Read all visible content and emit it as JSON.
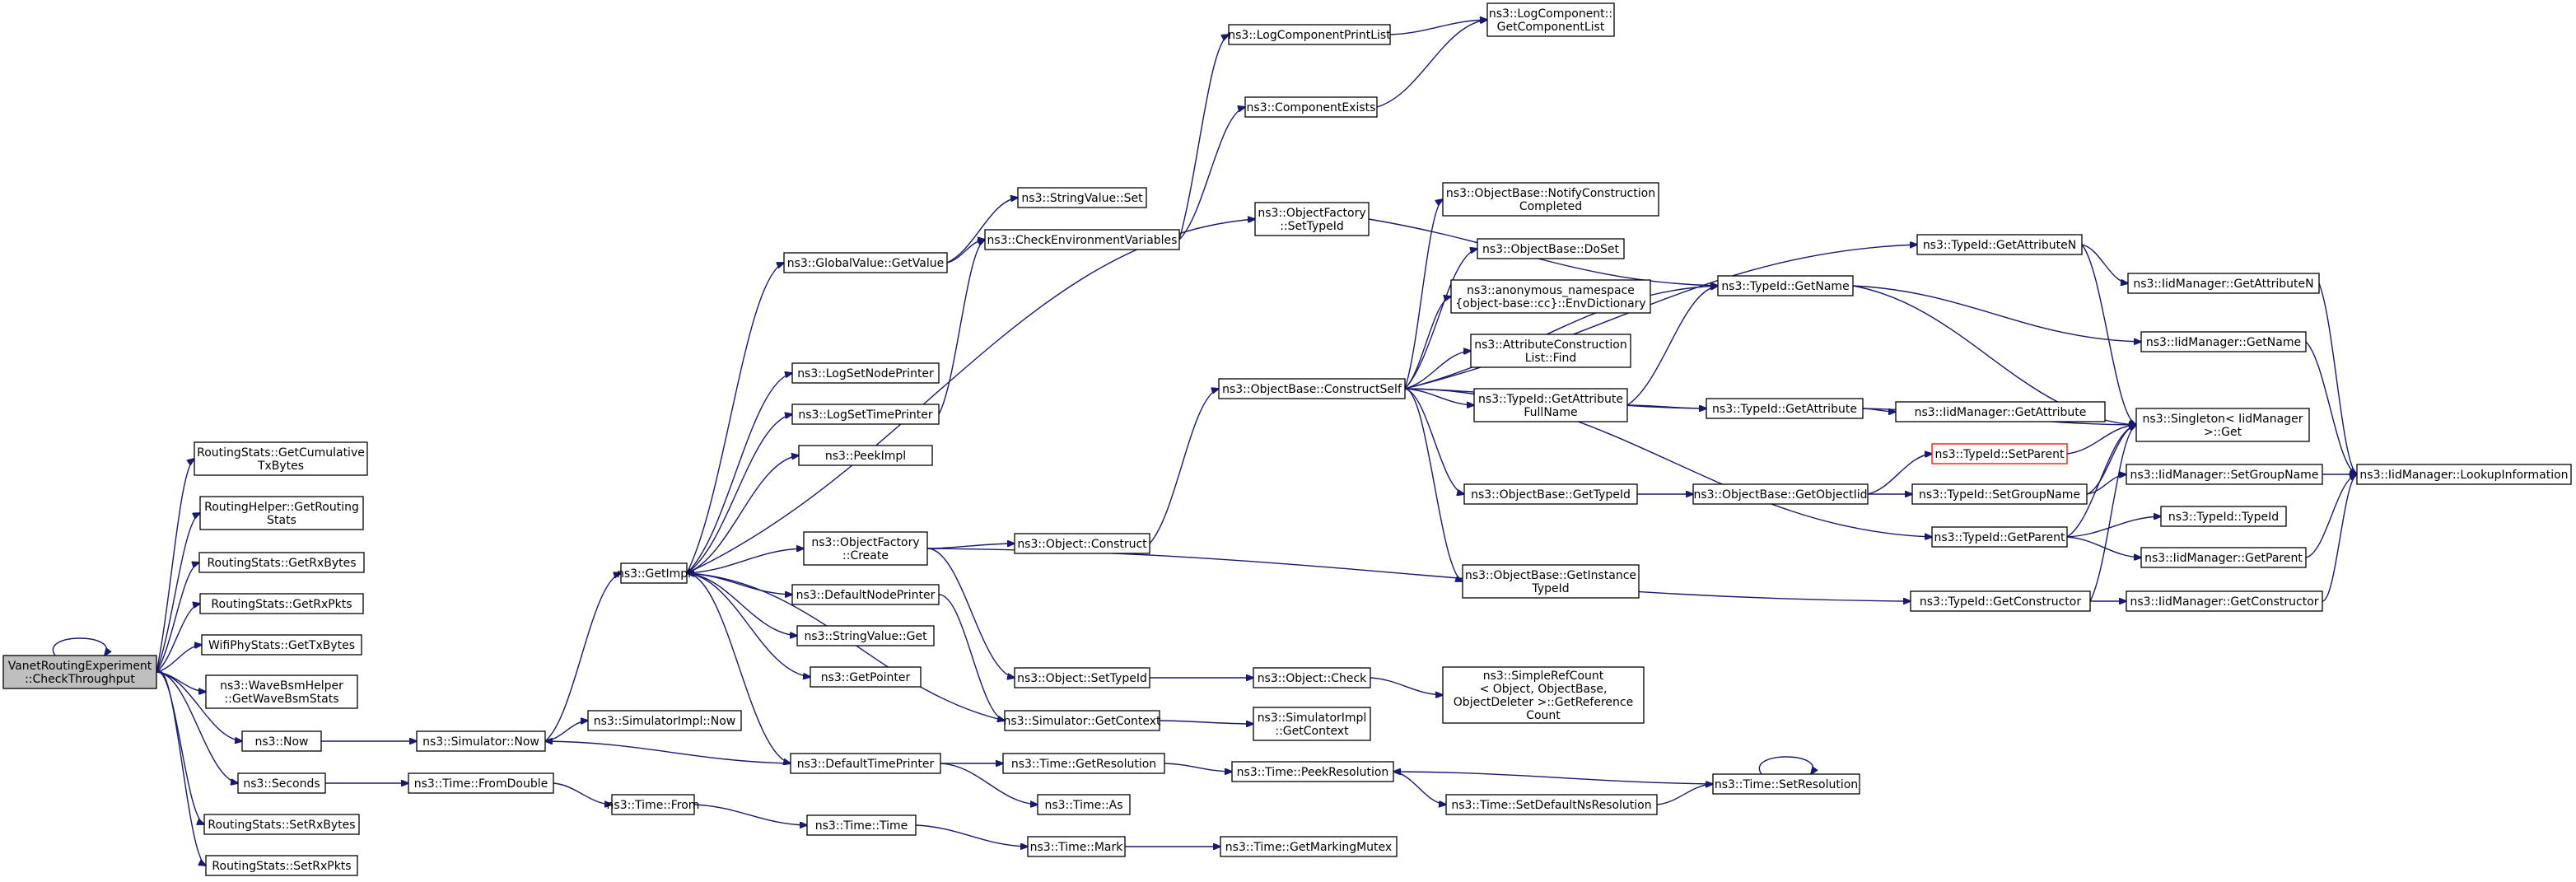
{
  "diagram": {
    "edge_color": "#191970",
    "root_fill": "#bfbfbf",
    "highlight_border": "#ff0000",
    "nodes": [
      {
        "id": "root",
        "lines": [
          "VanetRoutingExperiment",
          "::CheckThroughput"
        ],
        "style": "root"
      },
      {
        "id": "rs_cum",
        "lines": [
          "RoutingStats::GetCumulative",
          "TxBytes"
        ]
      },
      {
        "id": "rh_stats",
        "lines": [
          "RoutingHelper::GetRouting",
          "Stats"
        ]
      },
      {
        "id": "rs_rxb",
        "lines": [
          "RoutingStats::GetRxBytes"
        ]
      },
      {
        "id": "rs_rxp",
        "lines": [
          "RoutingStats::GetRxPkts"
        ]
      },
      {
        "id": "wifi_tx",
        "lines": [
          "WifiPhyStats::GetTxBytes"
        ]
      },
      {
        "id": "wave",
        "lines": [
          "ns3::WaveBsmHelper",
          "::GetWaveBsmStats"
        ]
      },
      {
        "id": "now",
        "lines": [
          "ns3::Now"
        ]
      },
      {
        "id": "seconds",
        "lines": [
          "ns3::Seconds"
        ]
      },
      {
        "id": "rs_setrxb",
        "lines": [
          "RoutingStats::SetRxBytes"
        ]
      },
      {
        "id": "rs_setrxp",
        "lines": [
          "RoutingStats::SetRxPkts"
        ]
      },
      {
        "id": "getimpl",
        "lines": [
          "ns3::GetImpl"
        ]
      },
      {
        "id": "sim_now",
        "lines": [
          "ns3::Simulator::Now"
        ]
      },
      {
        "id": "simimpl_now",
        "lines": [
          "ns3::SimulatorImpl::Now"
        ]
      },
      {
        "id": "fromdouble",
        "lines": [
          "ns3::Time::FromDouble"
        ]
      },
      {
        "id": "from",
        "lines": [
          "ns3::Time::From"
        ]
      },
      {
        "id": "time",
        "lines": [
          "ns3::Time::Time"
        ]
      },
      {
        "id": "mark",
        "lines": [
          "ns3::Time::Mark"
        ]
      },
      {
        "id": "mutex",
        "lines": [
          "ns3::Time::GetMarkingMutex"
        ]
      },
      {
        "id": "gv_get",
        "lines": [
          "ns3::GlobalValue::GetValue"
        ]
      },
      {
        "id": "lsnp",
        "lines": [
          "ns3::LogSetNodePrinter"
        ]
      },
      {
        "id": "lstp",
        "lines": [
          "ns3::LogSetTimePrinter"
        ]
      },
      {
        "id": "peek",
        "lines": [
          "ns3::PeekImpl"
        ]
      },
      {
        "id": "of_create",
        "lines": [
          "ns3::ObjectFactory",
          "::Create"
        ]
      },
      {
        "id": "dnp",
        "lines": [
          "ns3::DefaultNodePrinter"
        ]
      },
      {
        "id": "sv_get",
        "lines": [
          "ns3::StringValue::Get"
        ]
      },
      {
        "id": "getptr",
        "lines": [
          "ns3::GetPointer"
        ]
      },
      {
        "id": "dtp",
        "lines": [
          "ns3::DefaultTimePrinter"
        ]
      },
      {
        "id": "sv_set",
        "lines": [
          "ns3::StringValue::Set"
        ]
      },
      {
        "id": "cev",
        "lines": [
          "ns3::CheckEnvironmentVariables"
        ]
      },
      {
        "id": "lcpl",
        "lines": [
          "ns3::LogComponentPrintList"
        ]
      },
      {
        "id": "lcgcl",
        "lines": [
          "ns3::LogComponent::",
          "GetComponentList"
        ]
      },
      {
        "id": "compex",
        "lines": [
          "ns3::ComponentExists"
        ]
      },
      {
        "id": "of_settid",
        "lines": [
          "ns3::ObjectFactory",
          "::SetTypeId"
        ]
      },
      {
        "id": "obj_construct",
        "lines": [
          "ns3::Object::Construct"
        ]
      },
      {
        "id": "obj_settid",
        "lines": [
          "ns3::Object::SetTypeId"
        ]
      },
      {
        "id": "sim_getctx",
        "lines": [
          "ns3::Simulator::GetContext"
        ]
      },
      {
        "id": "time_getres",
        "lines": [
          "ns3::Time::GetResolution"
        ]
      },
      {
        "id": "time_as",
        "lines": [
          "ns3::Time::As"
        ]
      },
      {
        "id": "cs",
        "lines": [
          "ns3::ObjectBase::ConstructSelf"
        ]
      },
      {
        "id": "notify",
        "lines": [
          "ns3::ObjectBase::NotifyConstruction",
          "Completed"
        ]
      },
      {
        "id": "doset",
        "lines": [
          "ns3::ObjectBase::DoSet"
        ]
      },
      {
        "id": "envdict",
        "lines": [
          "ns3::anonymous_namespace",
          "{object-base::cc}::EnvDictionary"
        ]
      },
      {
        "id": "acl_find",
        "lines": [
          "ns3::AttributeConstruction",
          "List::Find"
        ]
      },
      {
        "id": "getattrfull",
        "lines": [
          "ns3::TypeId::GetAttribute",
          "FullName"
        ]
      },
      {
        "id": "ob_gettid",
        "lines": [
          "ns3::ObjectBase::GetTypeId"
        ]
      },
      {
        "id": "ob_getinst",
        "lines": [
          "ns3::ObjectBase::GetInstance",
          "TypeId"
        ]
      },
      {
        "id": "obj_check",
        "lines": [
          "ns3::Object::Check"
        ]
      },
      {
        "id": "simimpl_getctx",
        "lines": [
          "ns3::SimulatorImpl",
          "::GetContext"
        ]
      },
      {
        "id": "srcount",
        "lines": [
          "ns3::SimpleRefCount",
          "< Object, ObjectBase,",
          "ObjectDeleter >::GetReference",
          "Count"
        ]
      },
      {
        "id": "peekres",
        "lines": [
          "ns3::Time::PeekResolution"
        ]
      },
      {
        "id": "setdefns",
        "lines": [
          "ns3::Time::SetDefaultNsResolution"
        ]
      },
      {
        "id": "tid_getname",
        "lines": [
          "ns3::TypeId::GetName"
        ]
      },
      {
        "id": "tid_getattr",
        "lines": [
          "ns3::TypeId::GetAttribute"
        ]
      },
      {
        "id": "tid_setparent",
        "lines": [
          "ns3::TypeId::SetParent"
        ],
        "style": "red"
      },
      {
        "id": "ob_getoiid",
        "lines": [
          "ns3::ObjectBase::GetObjectIid"
        ]
      },
      {
        "id": "tid_setgroup",
        "lines": [
          "ns3::TypeId::SetGroupName"
        ]
      },
      {
        "id": "tid_getparent",
        "lines": [
          "ns3::TypeId::GetParent"
        ]
      },
      {
        "id": "tid_getctor",
        "lines": [
          "ns3::TypeId::GetConstructor"
        ]
      },
      {
        "id": "setres",
        "lines": [
          "ns3::Time::SetResolution"
        ]
      },
      {
        "id": "tid_getattrn",
        "lines": [
          "ns3::TypeId::GetAttributeN"
        ]
      },
      {
        "id": "iid_getattrn",
        "lines": [
          "ns3::IidManager::GetAttributeN"
        ]
      },
      {
        "id": "iid_getname",
        "lines": [
          "ns3::IidManager::GetName"
        ]
      },
      {
        "id": "iid_getattr",
        "lines": [
          "ns3::IidManager::GetAttribute"
        ]
      },
      {
        "id": "singleton",
        "lines": [
          "ns3::Singleton< IidManager",
          ">::Get"
        ]
      },
      {
        "id": "iid_setgroup",
        "lines": [
          "ns3::IidManager::SetGroupName"
        ]
      },
      {
        "id": "tid_typeid",
        "lines": [
          "ns3::TypeId::TypeId"
        ]
      },
      {
        "id": "iid_getparent",
        "lines": [
          "ns3::IidManager::GetParent"
        ]
      },
      {
        "id": "iid_getctor",
        "lines": [
          "ns3::IidManager::GetConstructor"
        ]
      },
      {
        "id": "lookup",
        "lines": [
          "ns3::IidManager::LookupInformation"
        ]
      }
    ]
  }
}
